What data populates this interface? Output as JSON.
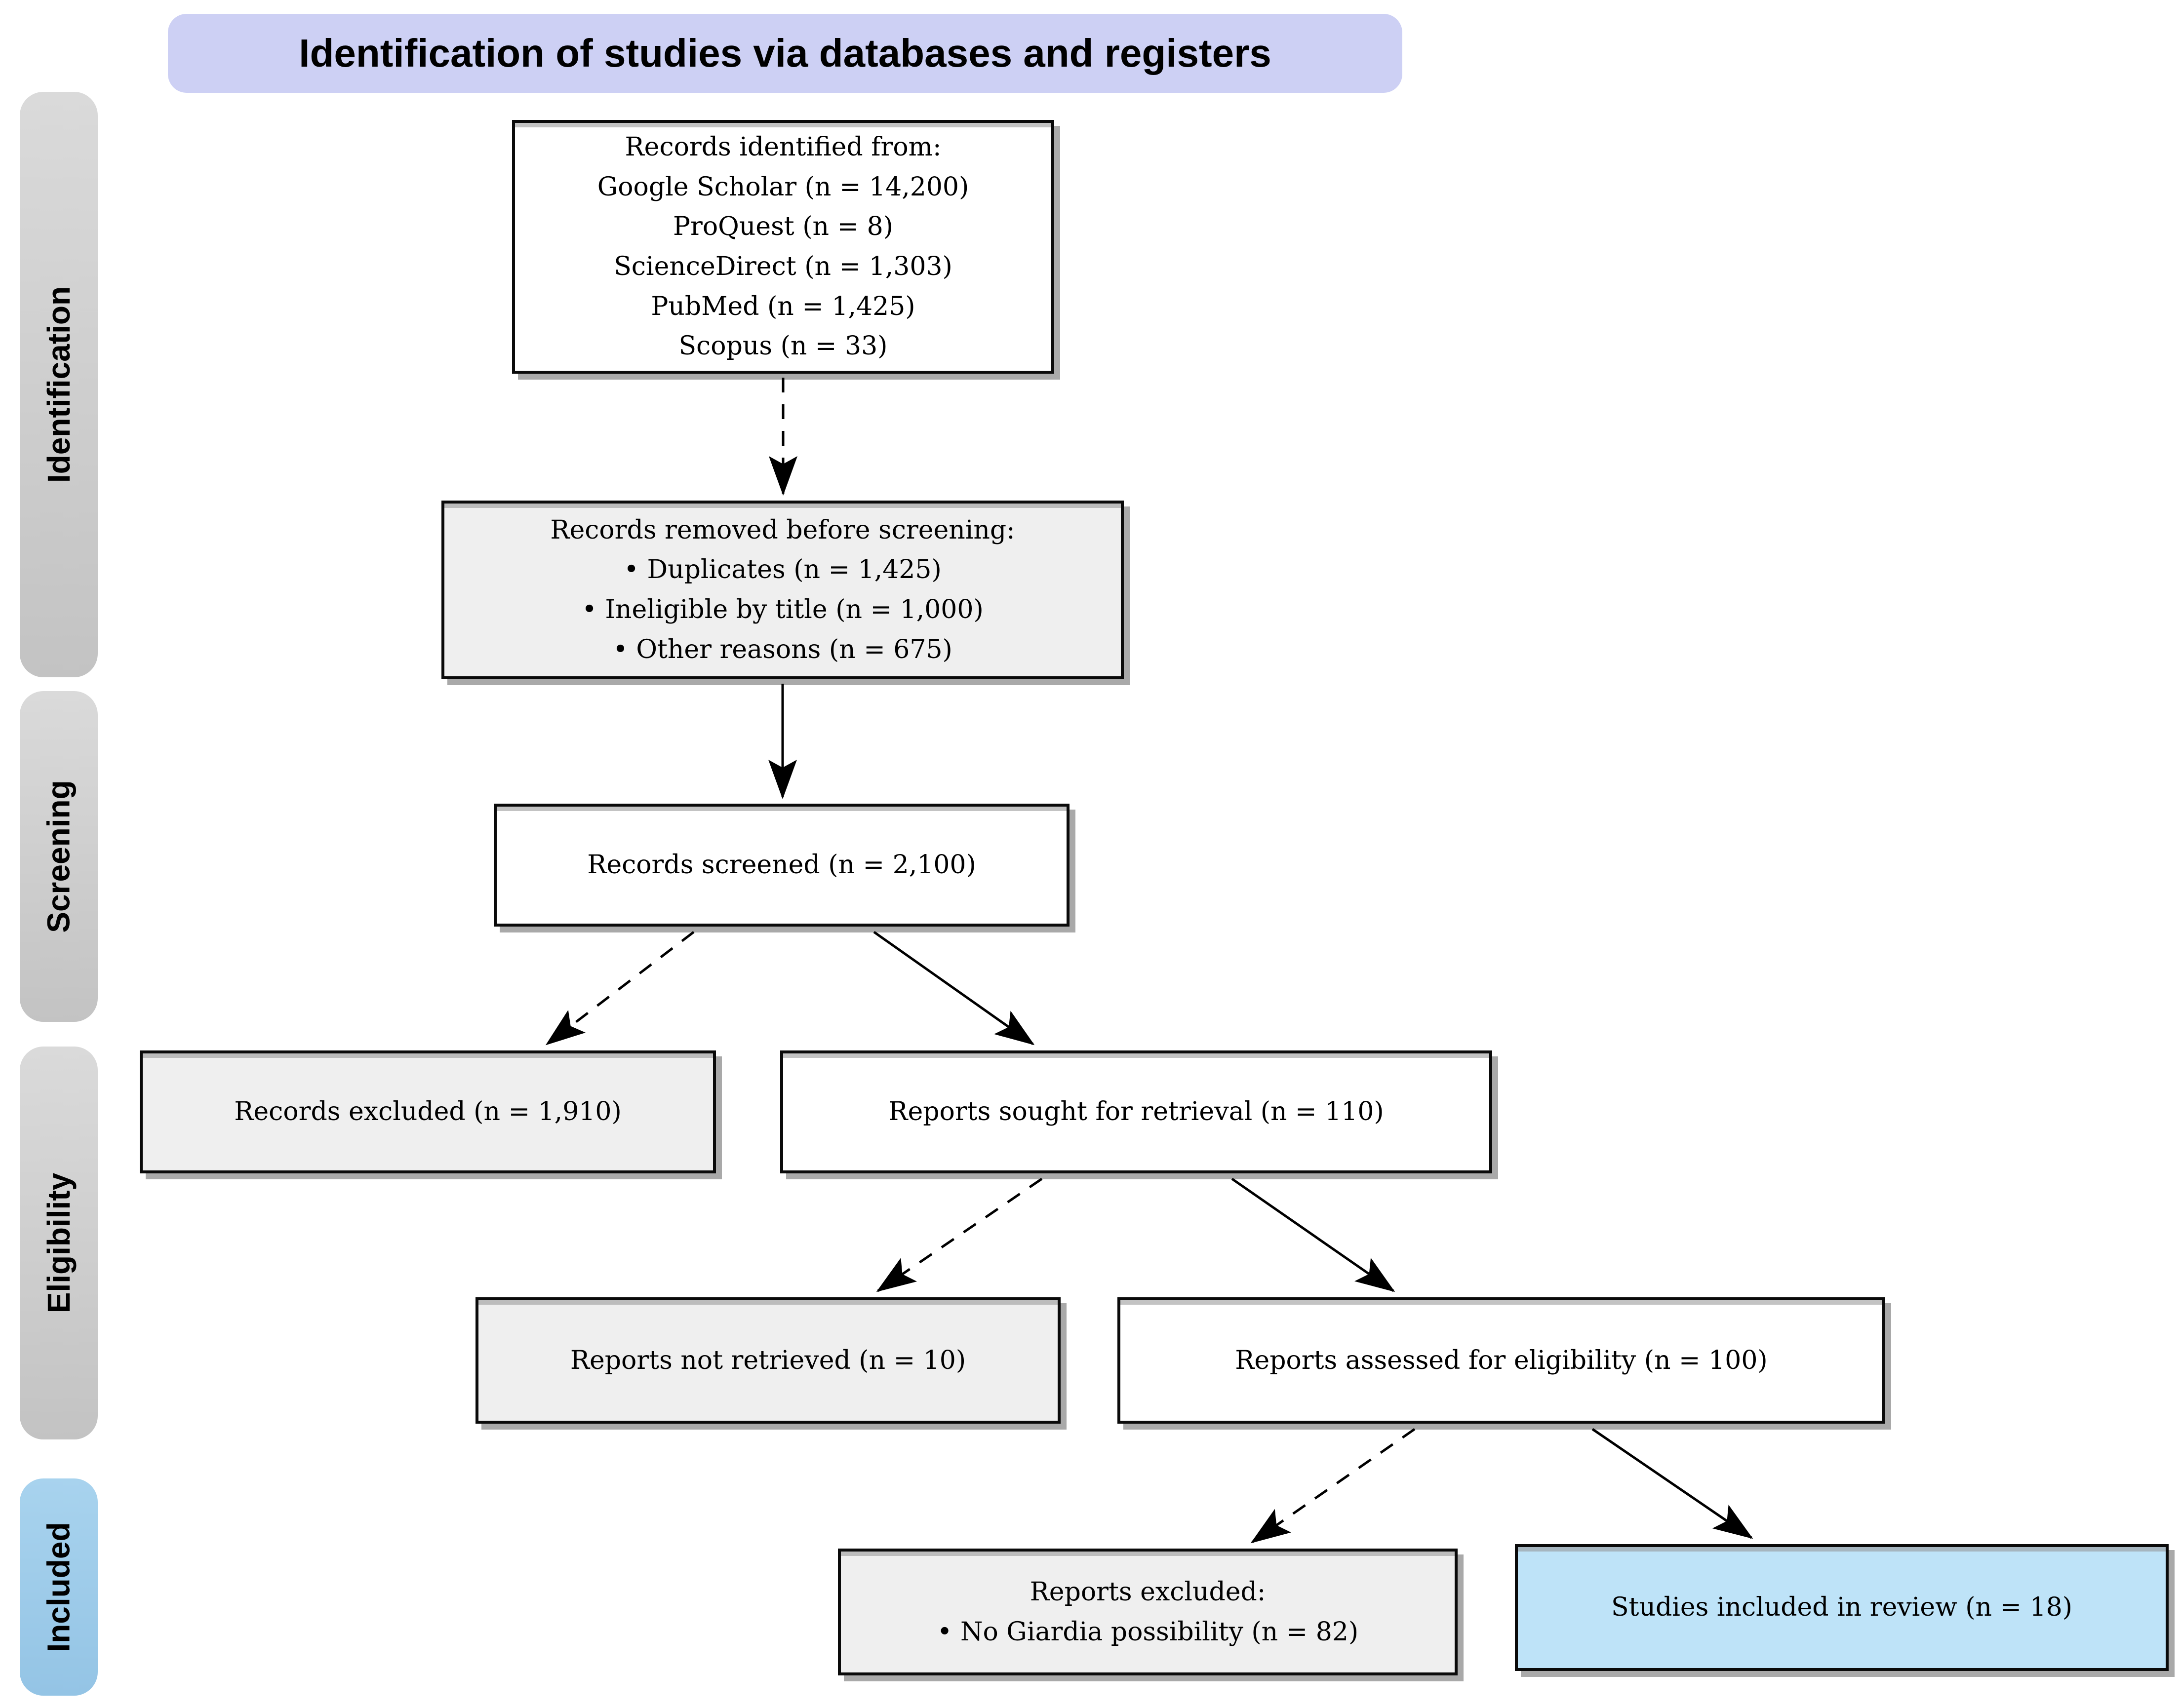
{
  "banner": {
    "title": "Identification of studies via databases and registers"
  },
  "sidebar": {
    "items": [
      {
        "label": "Identification"
      },
      {
        "label": "Screening"
      },
      {
        "label": "Eligibility"
      },
      {
        "label": "Included"
      }
    ]
  },
  "boxes": {
    "identified": {
      "lines": [
        "Records identified from:",
        "Google Scholar (n = 14,200)",
        "ProQuest (n = 8)",
        "ScienceDirect (n = 1,303)",
        "PubMed (n = 1,425)",
        "Scopus (n = 33)"
      ]
    },
    "removed": {
      "lines": [
        "Records removed before screening:",
        "• Duplicates (n = 1,425)",
        "• Ineligible by title (n = 1,000)",
        "• Other reasons (n = 675)"
      ]
    },
    "screened": {
      "text": "Records screened (n = 2,100)"
    },
    "records_excluded": {
      "text": "Records excluded (n = 1,910)"
    },
    "sought": {
      "text": "Reports sought for retrieval (n = 110)"
    },
    "not_retrieved": {
      "text": "Reports not retrieved (n = 10)"
    },
    "assessed": {
      "text": "Reports assessed for eligibility (n = 100)"
    },
    "reports_excluded": {
      "lines": [
        "Reports excluded:",
        "• No Giardia possibility (n = 82)"
      ]
    },
    "included": {
      "text": "Studies included in review (n = 18)"
    }
  },
  "colors": {
    "banner_bg": "#cdd0f4",
    "stage_gray_1": "#dadada",
    "stage_gray_2": "#c3c3c3",
    "stage_blue_1": "#a8d3ee",
    "stage_blue_2": "#94c4e5",
    "box_white": "#ffffff",
    "box_gray": "#efefef",
    "box_blue": "#bee3f8",
    "line_color": "#000000",
    "shadow_gray": "#a9a9a9"
  }
}
